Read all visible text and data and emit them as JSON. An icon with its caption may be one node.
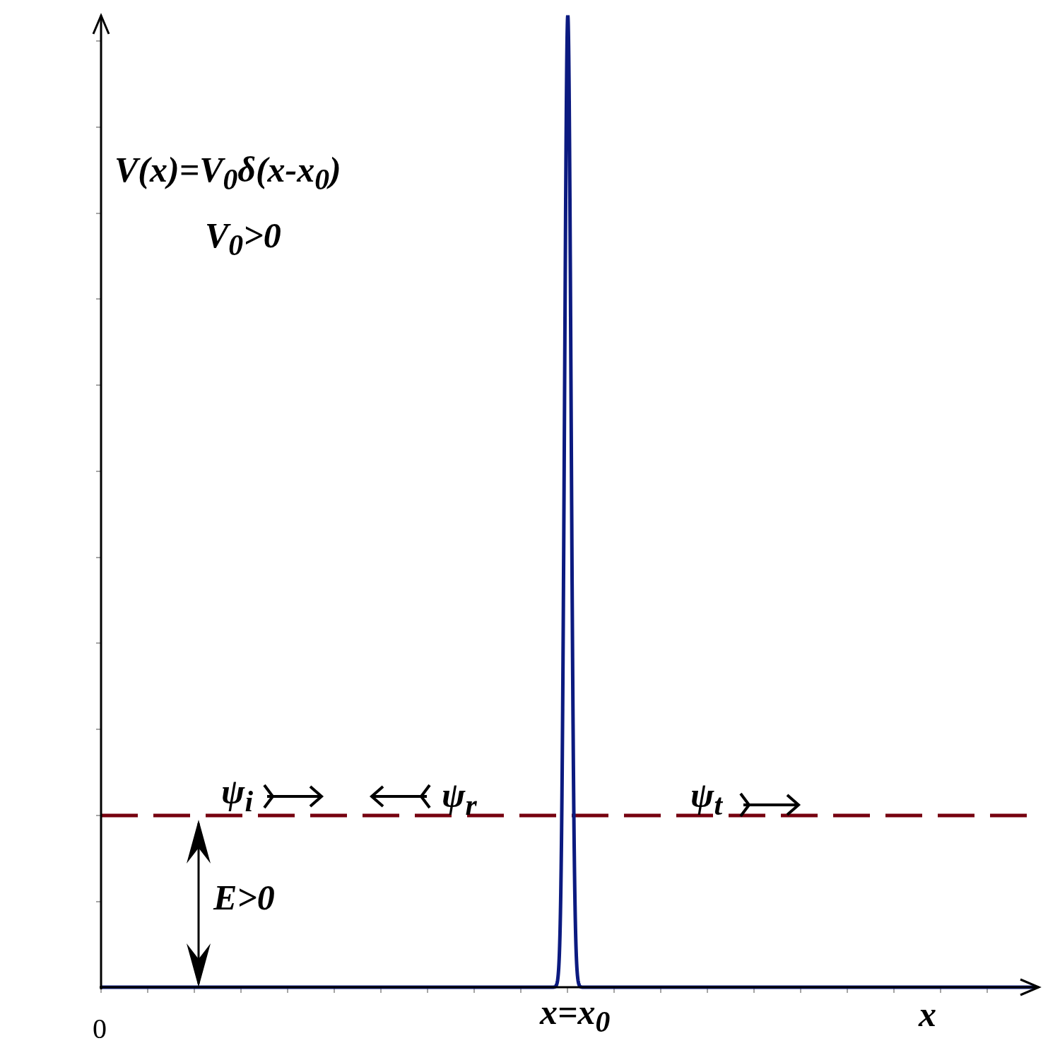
{
  "diagram": {
    "labels": [
      "V(x)=V$_{0}$δ(x-x$_{0}$)",
      "V$_{0}$>0",
      "ψ$_{i}$",
      "ψ$_{r}$",
      "ψ$_{t}$",
      "E>0",
      "0",
      "x=x$_{0}$",
      "x"
    ]
  }
}
